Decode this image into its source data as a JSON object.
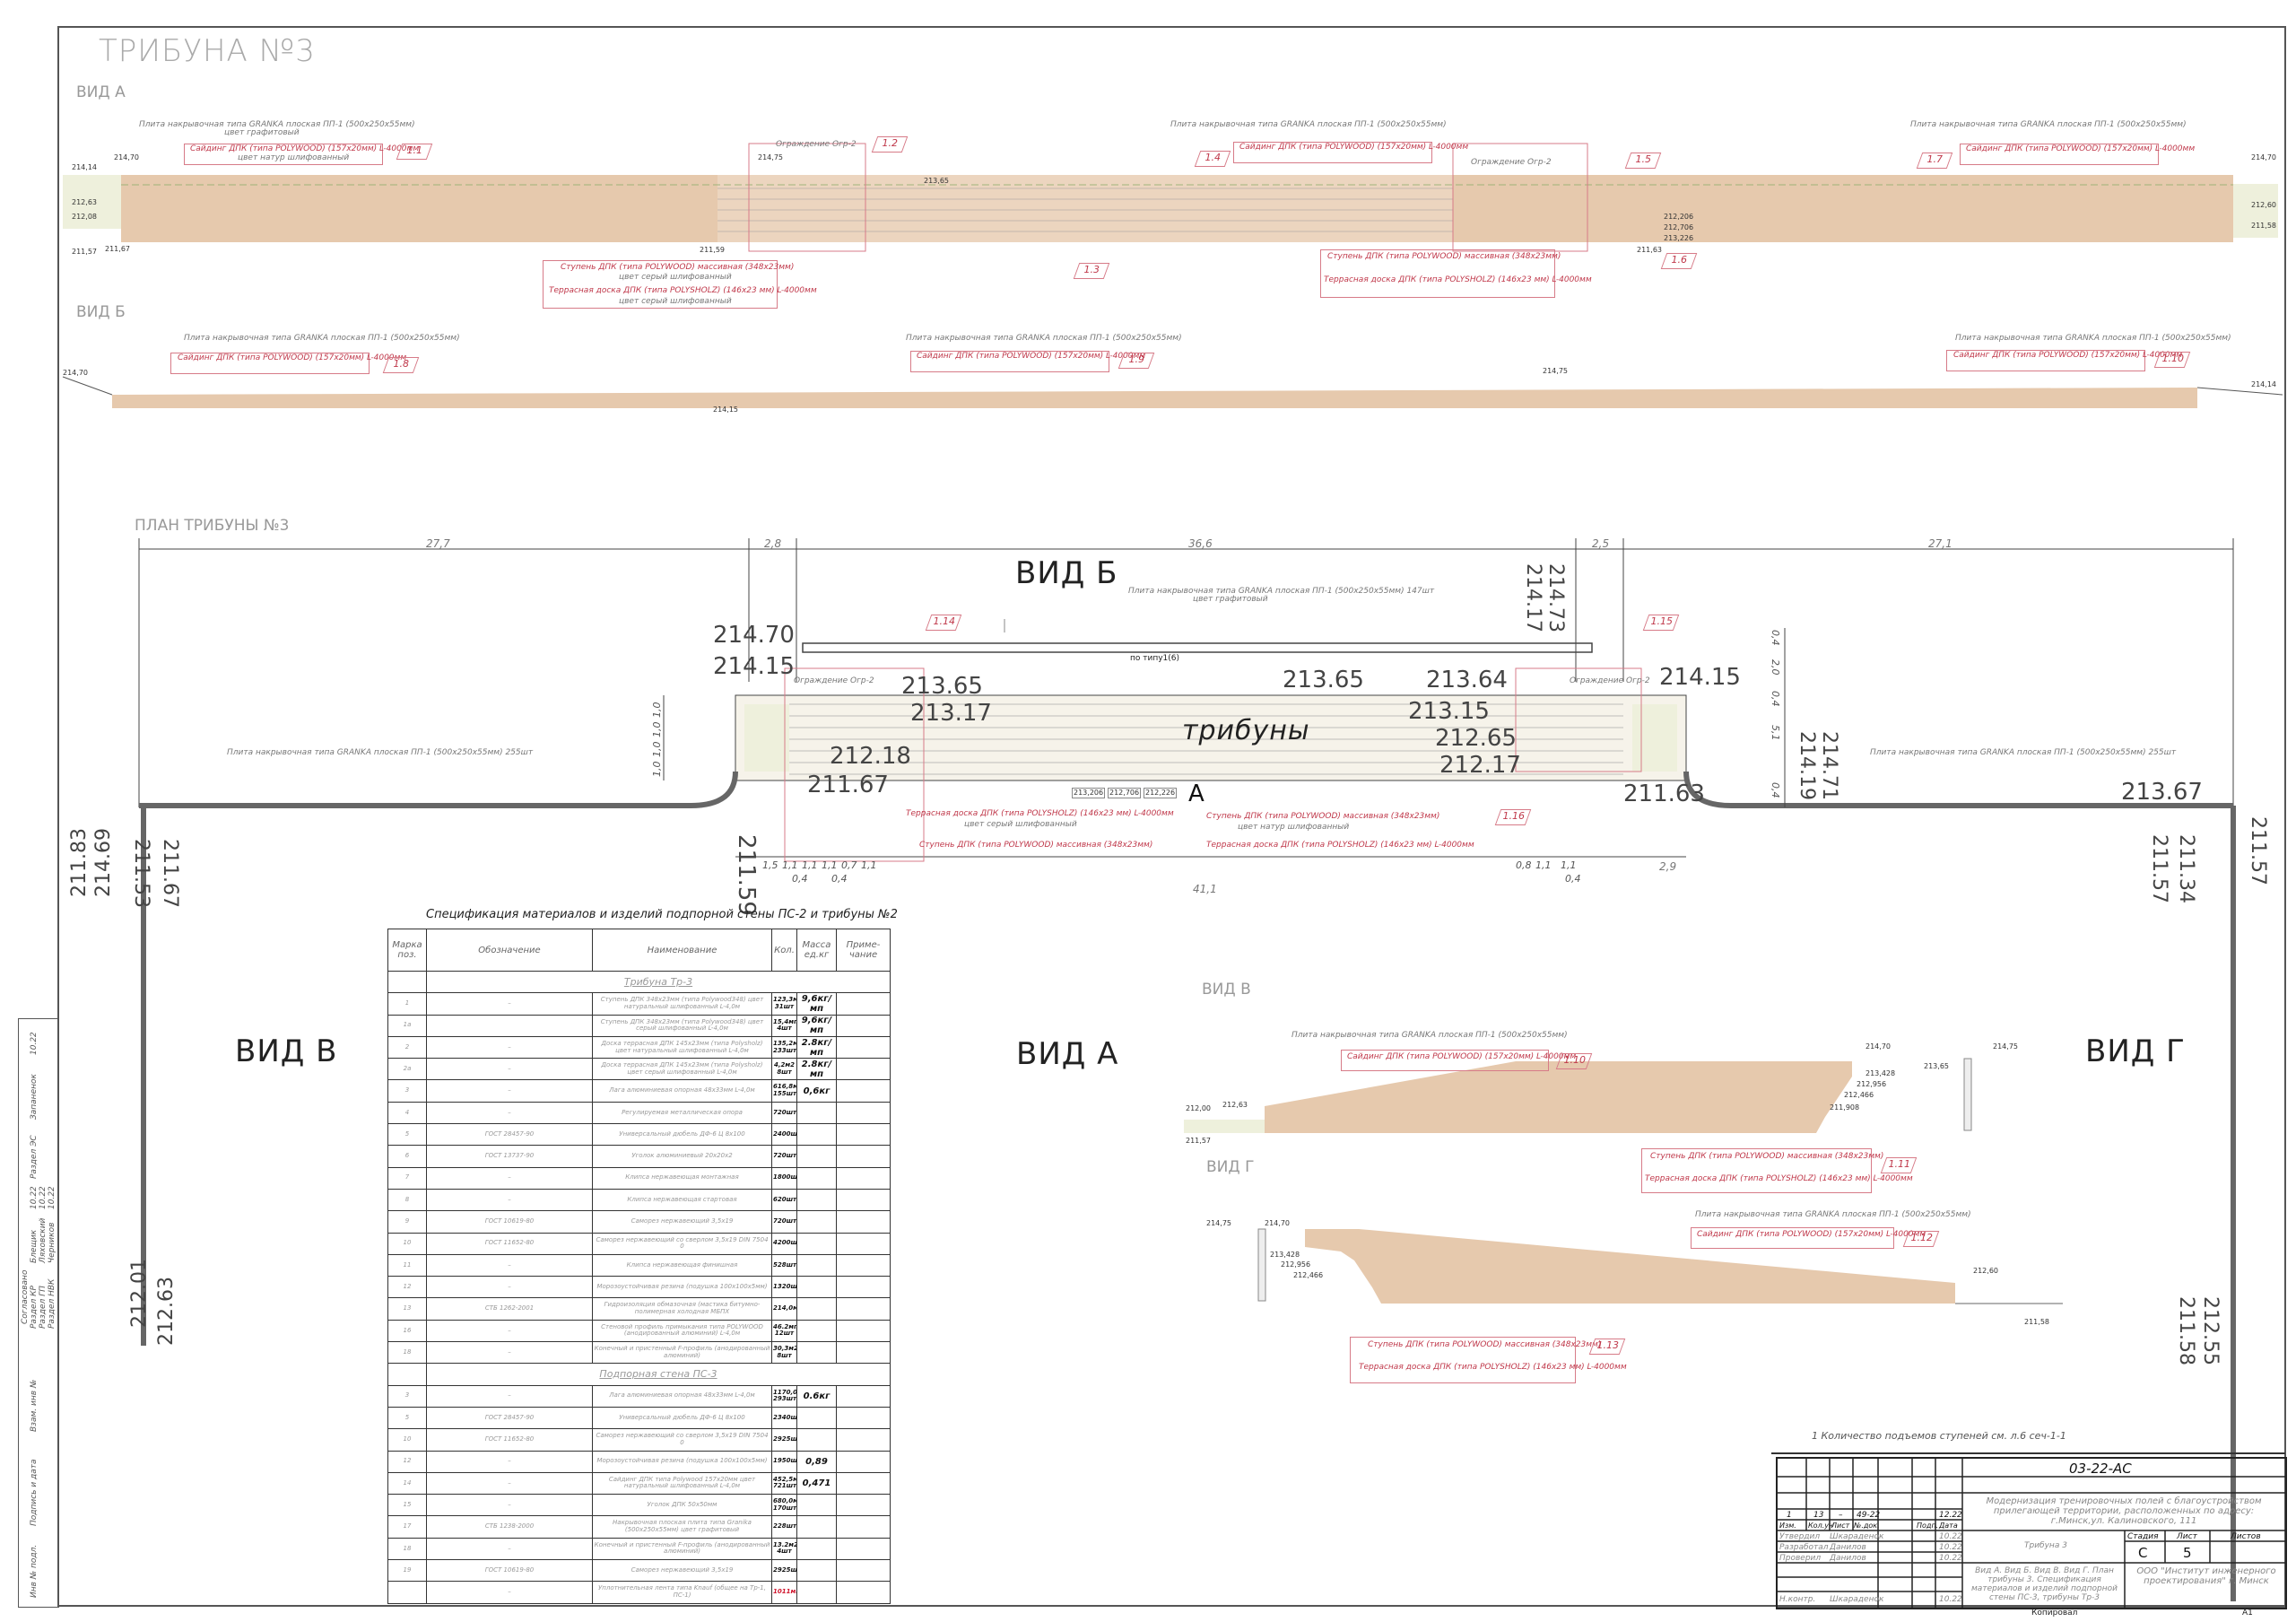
{
  "title": "ТРИБУНА №3",
  "views": {
    "vid_a": "ВИД А",
    "vid_b": "ВИД Б",
    "plan": "ПЛАН ТРИБУНЫ №3",
    "vid_v": "ВИД В",
    "vid_g": "ВИД Г",
    "big_vid_b": "ВИД Б",
    "big_vid_v": "ВИД В",
    "big_vid_a": "ВИД А",
    "big_vid_g": "ВИД Г"
  },
  "callouts": {
    "plita": "Плита накрывочная типа GRANKA плоская ПП-1 (500х250х55мм)",
    "plita_147": "Плита накрывочная типа GRANKA плоская ПП-1 (500х250х55мм) 147шт",
    "plita_255": "Плита накрывочная типа GRANKA плоская ПП-1 (500х250х55мм) 255шт",
    "color_graphite": "цвет графитовый",
    "siding": "Сайдинг ДПК (типа POLYWOOD) (157х20мм) L-4000мм",
    "color_natur": "цвет натур шлифованный",
    "step": "Ступень ДПК (типа POLYWOOD) массивная (348х23мм)",
    "color_grey": "цвет серый шлифованный",
    "terrace": "Террасная доска ДПК (типа POLYSHOLZ) (146х23 мм) L-4000мм",
    "fence": "Ограждение Огр-2",
    "po_tipu": "по типу1(6)",
    "tribuny": "трибуны",
    "point_a": "А",
    "note": "1   Количество подъемов ступеней см. л.6 сеч-1-1"
  },
  "tags": [
    "1.1",
    "1.2",
    "1.3",
    "1.4",
    "1.5",
    "1.6",
    "1.7",
    "1.8",
    "1.9",
    "1.10",
    "1.11",
    "1.12",
    "1.13",
    "1.14",
    "1.15",
    "1.16"
  ],
  "elevations_a": [
    "214,14",
    "214,70",
    "212,63",
    "212,08",
    "211,57",
    "211,67",
    "214,75",
    "213,65",
    "211,59",
    "211,63",
    "212,206",
    "212,706",
    "213,226",
    "214,70",
    "212,60",
    "211,58"
  ],
  "elevations_b": [
    "214,70",
    "214,15",
    "214,75",
    "214,14"
  ],
  "elevations_v": [
    "212,63",
    "212,00",
    "211,57",
    "214,70",
    "214,75",
    "213,65",
    "213,428",
    "212,956",
    "212,466",
    "211,908"
  ],
  "elevations_g": [
    "214,75",
    "214,70",
    "213,428",
    "212,956",
    "212,466",
    "212,60",
    "211,58"
  ],
  "plan": {
    "dims_top": [
      "27,7",
      "2,8",
      "36,6",
      "2,5",
      "27,1"
    ],
    "dims_bottom": [
      "1,5",
      "1,1",
      "1,1",
      "1,1",
      "0,7",
      "1,1",
      "0,4",
      "0,4",
      "41,1",
      "0,8",
      "1,1",
      "1,1",
      "2,9",
      "0,4"
    ],
    "dims_side_left": [
      "1,0",
      "1,0",
      "1,0",
      "1,0"
    ],
    "dims_side_right": [
      "0,4",
      "2,0",
      "0,4",
      "5,1",
      "0,4"
    ],
    "levels": [
      "214.70",
      "214.15",
      "213.65",
      "213.17",
      "212.18",
      "211.67",
      "211.59",
      "213.65",
      "213.64",
      "213.15",
      "212.65",
      "212.17",
      "211.63",
      "214.15",
      "214.73",
      "214.17",
      "214.71",
      "214.19",
      "213.67",
      "214.69",
      "211.83",
      "211.53",
      "211.67",
      "212.63",
      "212.01",
      "211.57",
      "211.34",
      "212.55",
      "211.58",
      "211.57"
    ],
    "small_levels": [
      "213,206",
      "212,706",
      "212,226"
    ]
  },
  "spec": {
    "title": "Спецификация материалов и изделий подпорной стены ПС-2 и трибуны №2",
    "headers": [
      "Марка поз.",
      "Обозначение",
      "Наименование",
      "Кол.",
      "Масса ед.кг",
      "Приме-чание"
    ],
    "sections": [
      {
        "name": "Трибуна Тр-3",
        "rows": [
          [
            "1",
            "–",
            "Ступень ДПК 348х23мм (типа Polywood348) цвет натуральный шлифованный L-4,0м",
            "123,3мп 31шт",
            "9,6кг/мп",
            ""
          ],
          [
            "1а",
            "",
            "Ступень ДПК 348х23мм (типа Polywood348) цвет серый шлифованный L-4,0м",
            "15,4мп 4шт",
            "9,6кг/мп",
            ""
          ],
          [
            "2",
            "–",
            "Доска террасная ДПК 145х23мм (типа Polysholz) цвет натуральный шлифованный L-4,0м",
            "135,2м2 233шт",
            "2.8кг/мп",
            ""
          ],
          [
            "2а",
            "–",
            "Доска террасная ДПК 145х23мм (типа Polysholz) цвет серый шлифованный L-4,0м",
            "4,2м2 8шт",
            "2.8кг/мп",
            ""
          ],
          [
            "3",
            "–",
            "Лага алюминиевая опорная 48х33мм L-4,0м",
            "616,8мп 155шт",
            "0,6кг",
            ""
          ],
          [
            "4",
            "–",
            "Регулируемая металлическая опора",
            "720шт",
            "",
            ""
          ],
          [
            "5",
            "ГОСТ 28457-90",
            "Универсальный дюбель ДФ-6 Ц 8х100",
            "2400шт",
            "",
            ""
          ],
          [
            "6",
            "ГОСТ 13737-90",
            "Уголок алюминиевый 20х20х2",
            "720шт",
            "",
            ""
          ],
          [
            "7",
            "–",
            "Клипса нержавеющая монтажная",
            "1800шт",
            "",
            ""
          ],
          [
            "8",
            "–",
            "Клипса нержавеющая стартовая",
            "620шт",
            "",
            ""
          ],
          [
            "9",
            "ГОСТ 10619-80",
            "Саморез нержавеющий 3,5х19",
            "720шт",
            "",
            ""
          ],
          [
            "10",
            "ГОСТ 11652-80",
            "Саморез нержавеющий со сверлом 3,5х19 DIN 7504 0",
            "4200шт",
            "",
            ""
          ],
          [
            "11",
            "–",
            "Клипса нержавеющая финишная",
            "528шт",
            "",
            ""
          ],
          [
            "12",
            "–",
            "Морозоустойчивая резина (подушка 100х100х5мм)",
            "1320шт",
            "",
            ""
          ],
          [
            "13",
            "СТБ 1262-2001",
            "Гидроизоляция обмазочная (мастика битумно-полимерная холодная МБПХ",
            "214,0м2",
            "",
            ""
          ],
          [
            "16",
            "–",
            "Стеновой профиль примыкания типа POLYWOOD (анодированный алюминий) L-4,0м",
            "46.2мп 12шт",
            "",
            ""
          ],
          [
            "18",
            "–",
            "Конечный и пристенный F-профиль (анодированный алюминий)",
            "30,3м2 8шт",
            "",
            ""
          ]
        ]
      },
      {
        "name": "Подпорная стена ПС-3",
        "rows": [
          [
            "3",
            "–",
            "Лага алюминиевая опорная 48х33мм L-4,0м",
            "1170,0мп 293шт",
            "0.6кг",
            ""
          ],
          [
            "5",
            "ГОСТ 28457-90",
            "Универсальный дюбель ДФ-6 Ц 8х100",
            "2340шт",
            "",
            ""
          ],
          [
            "10",
            "ГОСТ 11652-80",
            "Саморез нержавеющий со сверлом 3,5х19 DIN 7504 0",
            "2925шт",
            "",
            ""
          ],
          [
            "12",
            "–",
            "Морозоустойчивая резина (подушка 100х100х5мм)",
            "1950шт",
            "0,89",
            ""
          ],
          [
            "14",
            "–",
            "Сайдинг ДПК типа Polywood 157х20мм цвет натуральный шлифованный L-4,0м",
            "452,5м2 721шт",
            "0,471",
            ""
          ],
          [
            "15",
            "–",
            "Уголок ДПК 50х50мм",
            "680,0мп 170шт",
            "",
            ""
          ],
          [
            "17",
            "СТБ 1238-2000",
            "Накрывочная плоская плита типа Granika (500х250х55мм) цвет графитовый",
            "228шт",
            "",
            ""
          ],
          [
            "18",
            "–",
            "Конечный и пристенный F-профиль (анодированный алюминий)",
            "13.2м2 4шт",
            "",
            ""
          ],
          [
            "19",
            "ГОСТ 10619-80",
            "Саморез нержавеющий 3,5х19",
            "2925шт",
            "",
            ""
          ],
          [
            "",
            "–",
            "Уплотнительная лента типа Knauf (общее на Тр-1, ПС-1)",
            "1011мп",
            "",
            ""
          ]
        ]
      }
    ]
  },
  "title_block": {
    "code": "03-22-АС",
    "project": "Модернизация тренировочных полей с благоустройством прилегающей территории, расположенных по адресу: г.Минск,ул. Калиновского, 111",
    "rev_row": [
      "1",
      "13",
      "–",
      "49-22",
      "12.22"
    ],
    "rev_headers": [
      "Изм.",
      "Кол.уч",
      "Лист",
      "№.док.",
      "Подп.",
      "Дата"
    ],
    "people": [
      [
        "Утвердил",
        "Шкараденок",
        "10.22"
      ],
      [
        "Разработал",
        "Данилов",
        "10.22"
      ],
      [
        "Проверил",
        "Данилов",
        "10.22"
      ],
      [
        "Н.контр.",
        "Шкараденок",
        "10.22"
      ]
    ],
    "object": "Трибуна 3",
    "sheet_desc": "Вид А. Вид Б. Вид В. Вид Г. План трибуны 3. Спецификация материалов и изделий подпорной стены ПС-3, трибуны Тр-3",
    "stage_label": "Стадия",
    "sheet_label": "Лист",
    "sheets_label": "Листов",
    "stage": "С",
    "sheet": "5",
    "sheets": "",
    "org": "ООО \"Институт инженерного проектирования\" г. Минск",
    "copied": "Копировал",
    "format": "А1"
  },
  "stamp": {
    "agreed": "Согласовано",
    "rows": [
      [
        "Раздел КР",
        "Блещик",
        "10.22"
      ],
      [
        "Раздел ГП",
        "Ляховский",
        "10.22"
      ],
      [
        "Раздел НВК",
        "Черников",
        "10.22"
      ],
      [
        "Раздел ЭС",
        "Запаненок",
        "10.22"
      ]
    ],
    "vzam": "Взам. инв №",
    "podp": "Подпись и дата",
    "inv": "Инв № подл."
  },
  "colors": {
    "wood": "#e6c9ad",
    "pink": "#d77b88",
    "line": "#333333",
    "ground": "#eef0dc"
  }
}
